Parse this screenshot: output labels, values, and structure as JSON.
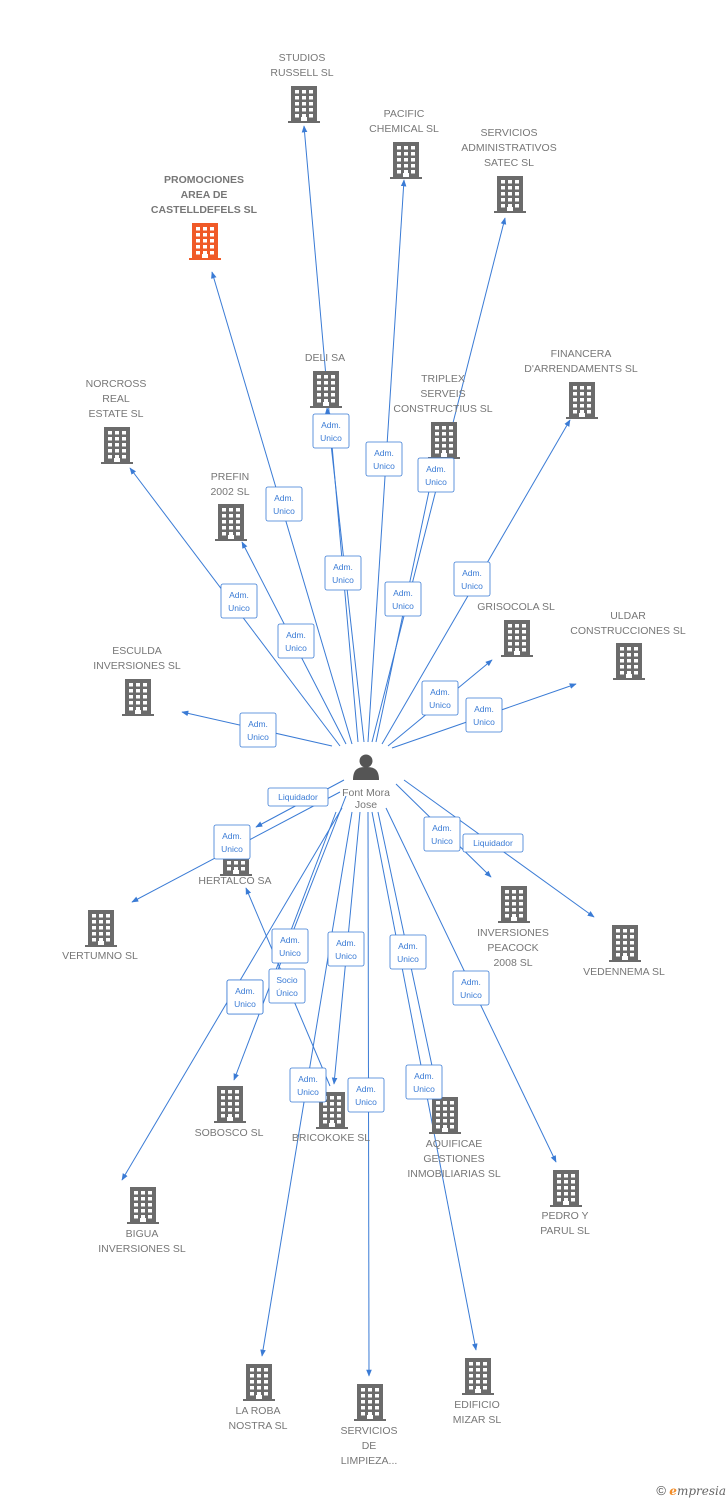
{
  "colors": {
    "edge": "#3a7bd5",
    "building": "#6b6b6b",
    "highlight": "#f05a28",
    "person": "#555555",
    "label": "#777777"
  },
  "center": {
    "name_lines": [
      "Font Mora",
      "Jose"
    ],
    "icon": "person-icon"
  },
  "companies": [
    {
      "id": "studios",
      "lines": [
        "STUDIOS",
        "RUSSELL SL"
      ]
    },
    {
      "id": "pacific",
      "lines": [
        "PACIFIC",
        "CHEMICAL SL"
      ]
    },
    {
      "id": "satec",
      "lines": [
        "SERVICIOS",
        "ADMINISTRATIVOS",
        "SATEC SL"
      ]
    },
    {
      "id": "promociones",
      "lines": [
        "PROMOCIONES",
        "AREA DE",
        "CASTELLDEFELS SL"
      ],
      "highlight": true
    },
    {
      "id": "deli",
      "lines": [
        "DELI SA"
      ]
    },
    {
      "id": "triplex",
      "lines": [
        "TRIPLEX",
        "SERVEIS",
        "CONSTRUCTIUS SL"
      ]
    },
    {
      "id": "financera",
      "lines": [
        "FINANCERA",
        "D'ARRENDAMENTS SL"
      ]
    },
    {
      "id": "norcross",
      "lines": [
        "NORCROSS",
        "REAL",
        "ESTATE SL"
      ]
    },
    {
      "id": "prefin",
      "lines": [
        "PREFIN",
        "2002 SL"
      ]
    },
    {
      "id": "grisocola",
      "lines": [
        "GRISOCOLA SL"
      ]
    },
    {
      "id": "uldar",
      "lines": [
        "ULDAR",
        "CONSTRUCCIONES SL"
      ]
    },
    {
      "id": "esculda",
      "lines": [
        "ESCULDA",
        "INVERSIONES SL"
      ]
    },
    {
      "id": "hertalco",
      "lines": [
        "HERTALCO SA"
      ]
    },
    {
      "id": "vertumno",
      "lines": [
        "VERTUMNO SL"
      ]
    },
    {
      "id": "peacock",
      "lines": [
        "INVERSIONES",
        "PEACOCK",
        "2008 SL"
      ]
    },
    {
      "id": "vedennema",
      "lines": [
        "VEDENNEMA SL"
      ]
    },
    {
      "id": "sobosco",
      "lines": [
        "SOBOSCO SL"
      ]
    },
    {
      "id": "bricokoke",
      "lines": [
        "BRICOKOKE SL"
      ]
    },
    {
      "id": "aquificae",
      "lines": [
        "AQUIFICAE",
        "GESTIONES",
        "INMOBILIARIAS SL"
      ]
    },
    {
      "id": "pedro",
      "lines": [
        "PEDRO Y",
        "PARUL SL"
      ]
    },
    {
      "id": "bigua",
      "lines": [
        "BIGUA",
        "INVERSIONES SL"
      ]
    },
    {
      "id": "laroba",
      "lines": [
        "LA ROBA",
        "NOSTRA SL"
      ]
    },
    {
      "id": "servicios_limp",
      "lines": [
        "SERVICIOS",
        "DE",
        "LIMPIEZA..."
      ]
    },
    {
      "id": "edificio",
      "lines": [
        "EDIFICIO",
        "MIZAR SL"
      ]
    }
  ],
  "relations": [
    {
      "to": "studios",
      "lines": [
        "Adm.",
        "Unico"
      ]
    },
    {
      "to": "pacific",
      "lines": [
        "Adm.",
        "Unico"
      ]
    },
    {
      "to": "satec",
      "lines": [
        "Adm.",
        "Unico"
      ]
    },
    {
      "to": "promociones",
      "lines": [
        "Adm.",
        "Unico"
      ]
    },
    {
      "to": "deli",
      "lines": [
        "Adm.",
        "Unico"
      ]
    },
    {
      "to": "triplex",
      "lines": [
        "Adm.",
        "Unico"
      ]
    },
    {
      "to": "financera",
      "lines": [
        "Adm.",
        "Unico"
      ]
    },
    {
      "to": "norcross",
      "lines": [
        "Adm.",
        "Unico"
      ]
    },
    {
      "to": "prefin",
      "lines": [
        "Adm.",
        "Unico"
      ]
    },
    {
      "to": "grisocola",
      "lines": [
        "Adm.",
        "Unico"
      ]
    },
    {
      "to": "uldar",
      "lines": [
        "Adm.",
        "Unico"
      ]
    },
    {
      "to": "esculda",
      "lines": [
        "Adm.",
        "Unico"
      ]
    },
    {
      "to": "vertumno",
      "lines": [
        "Liquidador"
      ]
    },
    {
      "to": "vertumno",
      "lines": [
        "Adm.",
        "Unico"
      ]
    },
    {
      "to": "peacock",
      "lines": [
        "Adm.",
        "Unico"
      ]
    },
    {
      "to": "vedennema",
      "lines": [
        "Liquidador"
      ]
    },
    {
      "to": "hertalco",
      "lines": [
        "Adm.",
        "Unico"
      ]
    },
    {
      "to": "hertalco",
      "lines": [
        "Socio",
        "Único"
      ]
    },
    {
      "to": "sobosco",
      "lines": [
        "Adm.",
        "Unico"
      ]
    },
    {
      "to": "bricokoke",
      "lines": [
        "Adm.",
        "Unico"
      ]
    },
    {
      "to": "aquificae",
      "lines": [
        "Adm.",
        "Unico"
      ]
    },
    {
      "to": "pedro",
      "lines": [
        "Adm.",
        "Unico"
      ]
    },
    {
      "to": "bigua",
      "lines": [
        "Adm.",
        "Unico"
      ]
    },
    {
      "to": "laroba",
      "lines": [
        "Adm.",
        "Unico"
      ]
    },
    {
      "to": "servicios_limp",
      "lines": [
        "Adm.",
        "Unico"
      ]
    },
    {
      "to": "edificio",
      "lines": [
        "Adm.",
        "Unico"
      ]
    }
  ],
  "footer": {
    "copyright": "©",
    "brand_initial": "e",
    "brand_rest": "mpresia"
  }
}
